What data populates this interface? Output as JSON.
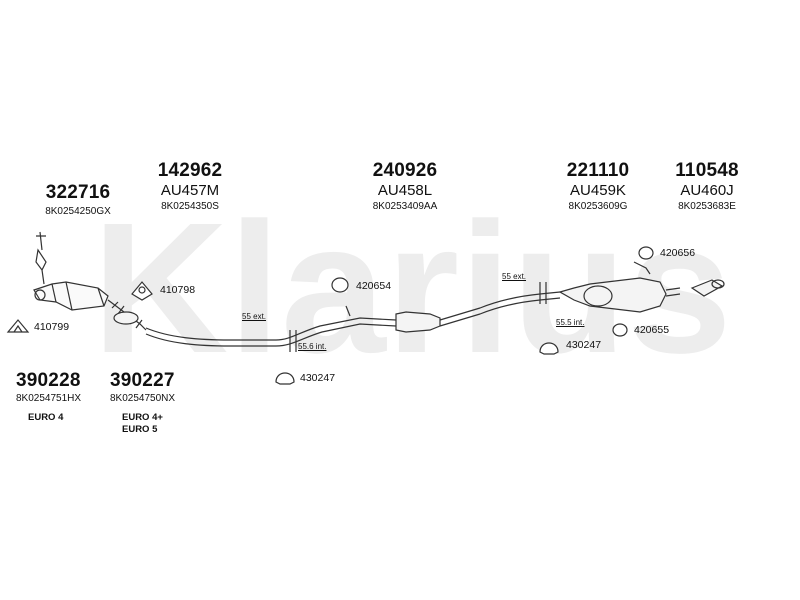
{
  "watermark": "Klarius",
  "assemblies": [
    {
      "part": "322716",
      "code": "",
      "oem": "8K0254250GX"
    },
    {
      "part": "142962",
      "code": "AU457M",
      "oem": "8K0254350S"
    },
    {
      "part": "240926",
      "code": "AU458L",
      "oem": "8K0253409AA"
    },
    {
      "part": "221110",
      "code": "AU459K",
      "oem": "8K0253609G"
    },
    {
      "part": "110548",
      "code": "AU460J",
      "oem": "8K0253683E"
    }
  ],
  "lower_assemblies": [
    {
      "part": "390228",
      "oem": "8K0254751HX",
      "euro": [
        "EURO 4"
      ]
    },
    {
      "part": "390227",
      "oem": "8K0254750NX",
      "euro": [
        "EURO 4+",
        "EURO 5"
      ]
    }
  ],
  "fittings": [
    "410799",
    "410798",
    "420654",
    "430247",
    "430247",
    "420656",
    "420655"
  ],
  "notes": [
    "55 ext.",
    "55.6 int.",
    "55 ext.",
    "55.5 int."
  ]
}
